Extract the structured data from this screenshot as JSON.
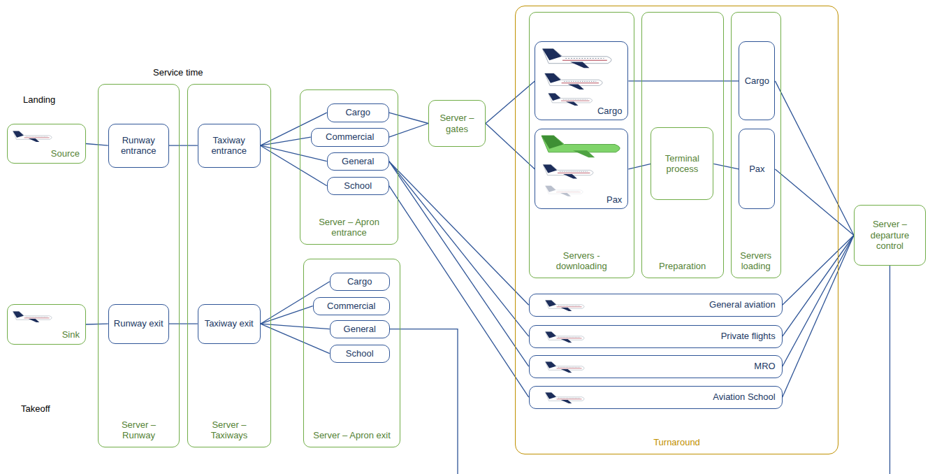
{
  "diagram": {
    "nodes": [
      {
        "text": [
          "Source"
        ]
      },
      {
        "text": [
          "Sink"
        ]
      },
      {
        "text": [
          "Server – Runway"
        ]
      },
      {
        "text": [
          "Runway entrance"
        ],
        "in": 2
      },
      {
        "text": [
          "Runway exit"
        ],
        "in": 2
      },
      {
        "text": [
          "Server – Taxiways"
        ]
      },
      {
        "text": [
          "Taxiway entrance"
        ],
        "in": 5
      },
      {
        "text": [
          "Taxiway exit"
        ],
        "in": 5
      },
      {
        "text": [
          "Server – Apron entrance"
        ]
      },
      {
        "text": [
          "Cargo"
        ],
        "in": 8
      },
      {
        "text": [
          "Commercial"
        ],
        "in": 8
      },
      {
        "text": [
          "General"
        ],
        "in": 8
      },
      {
        "text": [
          "School"
        ],
        "in": 8
      },
      {
        "text": [
          "Server – Apron exit"
        ]
      },
      {
        "text": [
          "Cargo"
        ],
        "in": 13
      },
      {
        "text": [
          "Commercial"
        ],
        "in": 13
      },
      {
        "text": [
          "General"
        ],
        "in": 13
      },
      {
        "text": [
          "School"
        ],
        "in": 13
      },
      {
        "text": [
          "Server – gates"
        ]
      },
      {
        "text": [
          "Turnaround"
        ]
      },
      {
        "text": [
          "Servers - downloading"
        ],
        "in": 19
      },
      {
        "text": [
          "Cargo"
        ],
        "in": 20
      },
      {
        "text": [
          "Pax"
        ],
        "in": 20
      },
      {
        "text": [
          "Preparation"
        ],
        "in": 19
      },
      {
        "text": [
          "Terminal process"
        ],
        "in": 23
      },
      {
        "text": [
          "Servers loading"
        ],
        "in": 19
      },
      {
        "text": [
          "Cargo"
        ],
        "in": 25
      },
      {
        "text": [
          "Pax"
        ],
        "in": 25
      },
      {
        "text": [
          "General aviation"
        ],
        "in": 19
      },
      {
        "text": [
          "Private flights"
        ],
        "in": 19
      },
      {
        "text": [
          "MRO"
        ],
        "in": 19
      },
      {
        "text": [
          "Aviation School"
        ],
        "in": 19
      },
      {
        "text": [
          "Server – departure control"
        ]
      }
    ],
    "edges": [
      {
        "from": 0,
        "to": 3,
        "arrow": "none"
      },
      {
        "from": 3,
        "to": 6,
        "arrow": "none"
      },
      {
        "from": 6,
        "to": 9,
        "arrow": "none"
      },
      {
        "from": 6,
        "to": 10,
        "arrow": "none"
      },
      {
        "from": 6,
        "to": 11,
        "arrow": "none"
      },
      {
        "from": 6,
        "to": 12,
        "arrow": "none"
      },
      {
        "from": 9,
        "to": 18,
        "arrow": "none"
      },
      {
        "from": 10,
        "to": 18,
        "arrow": "none"
      },
      {
        "from": 18,
        "to": 21,
        "arrow": "none"
      },
      {
        "from": 18,
        "to": 22,
        "arrow": "none"
      },
      {
        "from": 21,
        "to": 26,
        "arrow": "none"
      },
      {
        "from": 22,
        "to": 24,
        "arrow": "none"
      },
      {
        "from": 24,
        "to": 27,
        "arrow": "none"
      },
      {
        "from": 11,
        "to": 28,
        "arrow": "none"
      },
      {
        "from": 11,
        "to": 29,
        "arrow": "none"
      },
      {
        "from": 11,
        "to": 30,
        "arrow": "none"
      },
      {
        "from": 12,
        "to": 31,
        "arrow": "none"
      },
      {
        "from": 26,
        "to": 32,
        "arrow": "none"
      },
      {
        "from": 27,
        "to": 32,
        "arrow": "none"
      },
      {
        "from": 28,
        "to": 32,
        "arrow": "none"
      },
      {
        "from": 29,
        "to": 32,
        "arrow": "none"
      },
      {
        "from": 30,
        "to": 32,
        "arrow": "none"
      },
      {
        "from": 31,
        "to": 32,
        "arrow": "none"
      },
      {
        "from": 32,
        "to": 16,
        "arrow": "none"
      },
      {
        "from": 14,
        "to": 7,
        "arrow": "none"
      },
      {
        "from": 15,
        "to": 7,
        "arrow": "none"
      },
      {
        "from": 16,
        "to": 7,
        "arrow": "none"
      },
      {
        "from": 17,
        "to": 7,
        "arrow": "none"
      },
      {
        "from": 7,
        "to": 4,
        "arrow": "none"
      },
      {
        "from": 4,
        "to": 1,
        "arrow": "none"
      }
    ],
    "labels": [
      "Landing",
      "Service time",
      "Takeoff"
    ]
  }
}
